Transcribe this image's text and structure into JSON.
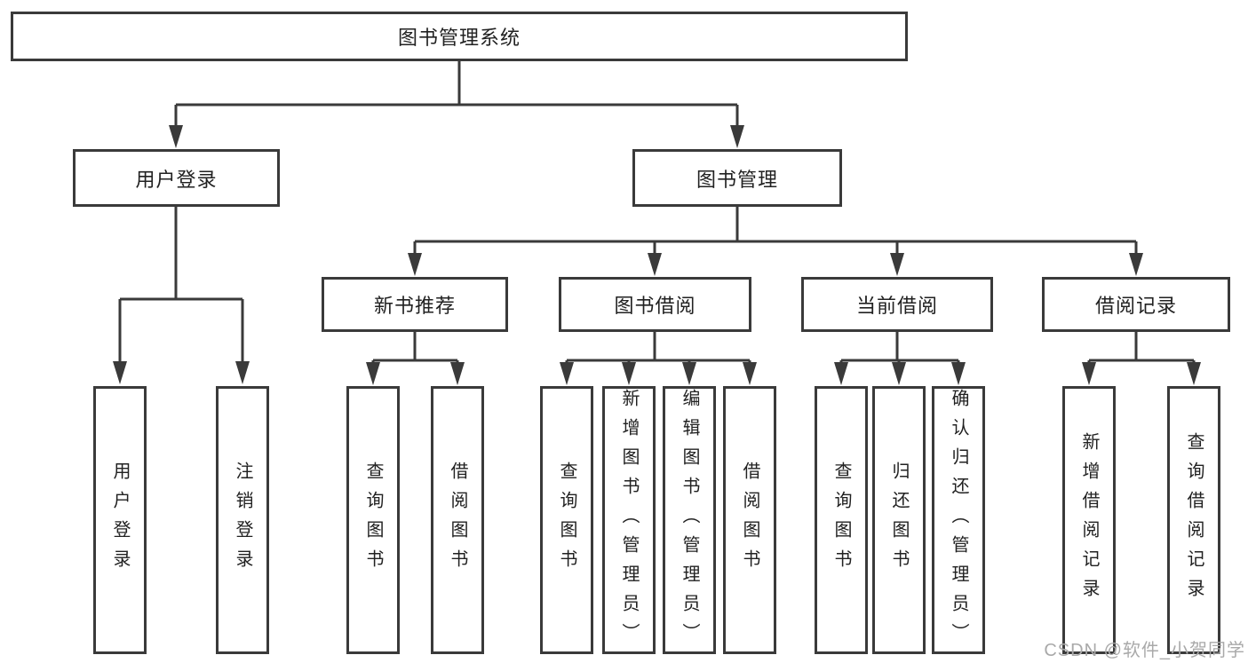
{
  "tree": {
    "root": {
      "label": "图书管理系统",
      "children": [
        {
          "label": "用户登录",
          "children": [
            {
              "label": "用户登录"
            },
            {
              "label": "注销登录"
            }
          ]
        },
        {
          "label": "图书管理",
          "children": [
            {
              "label": "新书推荐",
              "children": [
                {
                  "label": "查询图书"
                },
                {
                  "label": "借阅图书"
                }
              ]
            },
            {
              "label": "图书借阅",
              "children": [
                {
                  "label": "查询图书"
                },
                {
                  "label": "新增图书（管理员）"
                },
                {
                  "label": "编辑图书（管理员）"
                },
                {
                  "label": "借阅图书"
                }
              ]
            },
            {
              "label": "当前借阅",
              "children": [
                {
                  "label": "查询图书"
                },
                {
                  "label": "归还图书"
                },
                {
                  "label": "确认归还（管理员）"
                }
              ]
            },
            {
              "label": "借阅记录",
              "children": [
                {
                  "label": "新增借阅记录"
                },
                {
                  "label": "查询借阅记录"
                }
              ]
            }
          ]
        }
      ]
    }
  },
  "watermark": "CSDN @软件_小贺同学",
  "colors": {
    "line": "#3a3a3a",
    "box_border": "#3a3a3a",
    "text": "#212121",
    "watermark": "#a9a9a9",
    "background": "#ffffff"
  }
}
